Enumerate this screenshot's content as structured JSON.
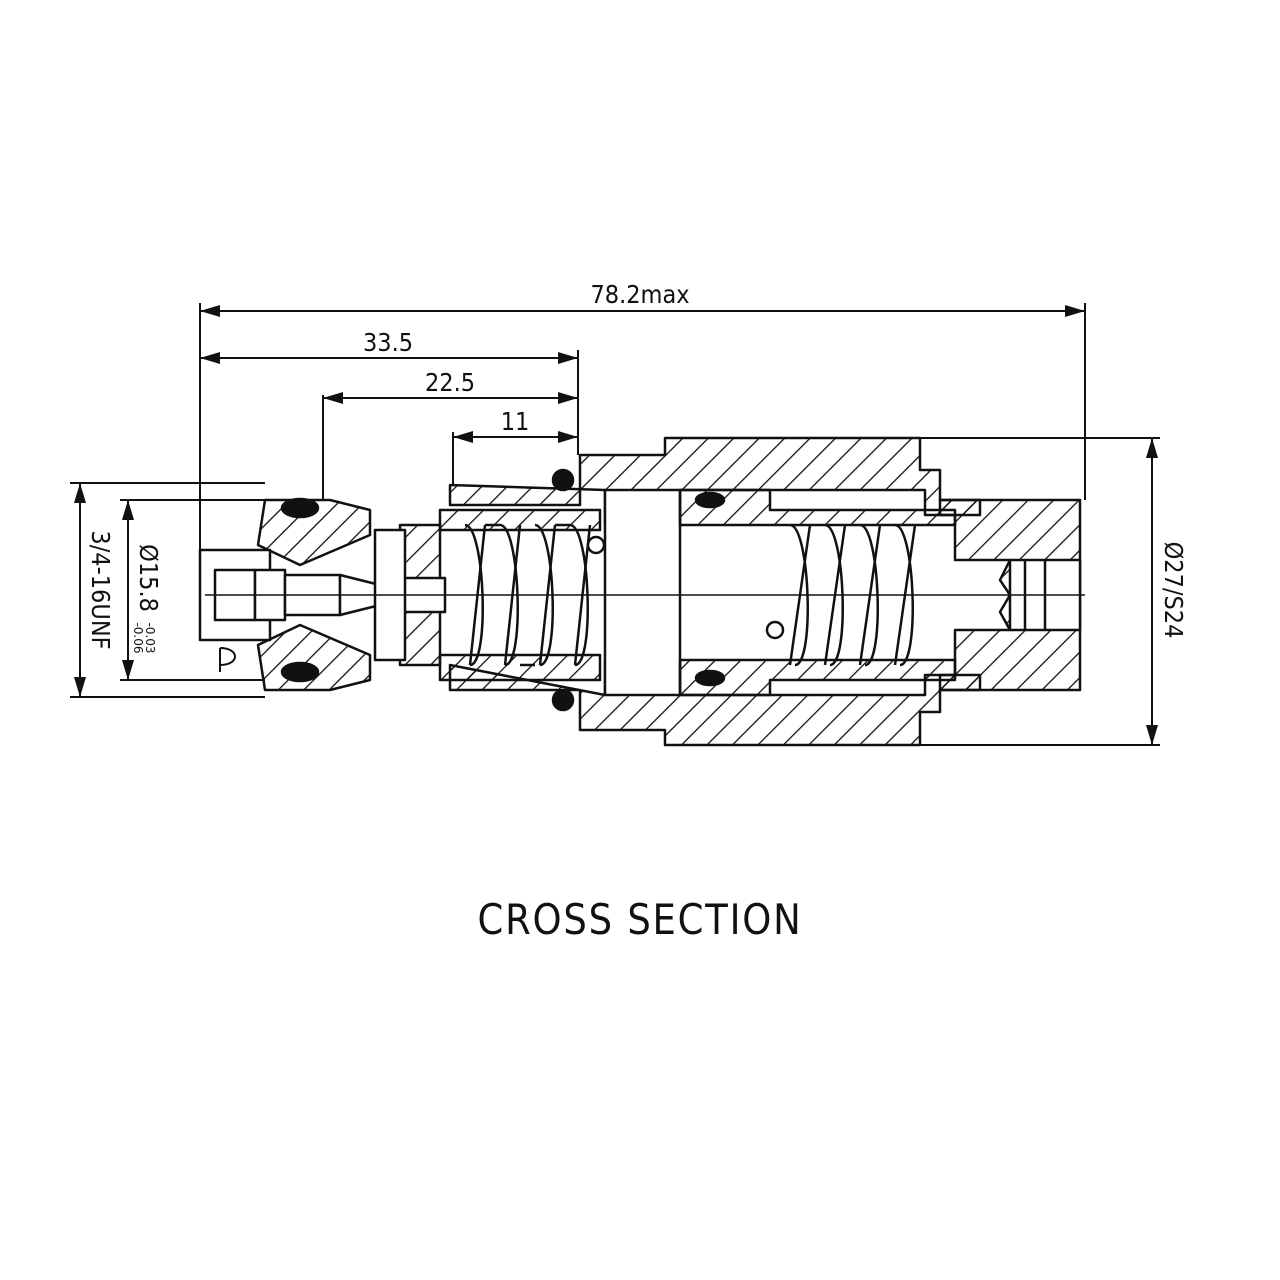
{
  "dimensions": {
    "overall_length": "78.2max",
    "to_seal_1": "33.5",
    "to_seal_2": "22.5",
    "to_seal_3": "11",
    "thread": "3/4-16UNF",
    "pilot_dia": "Ø15.8",
    "pilot_tol_upper": "-0.03",
    "pilot_tol_lower": "-0.06",
    "hex": "Ø27/S24"
  },
  "port_label": "P",
  "caption": "CROSS SECTION",
  "colors": {
    "line": "#111111",
    "background": "#ffffff"
  }
}
